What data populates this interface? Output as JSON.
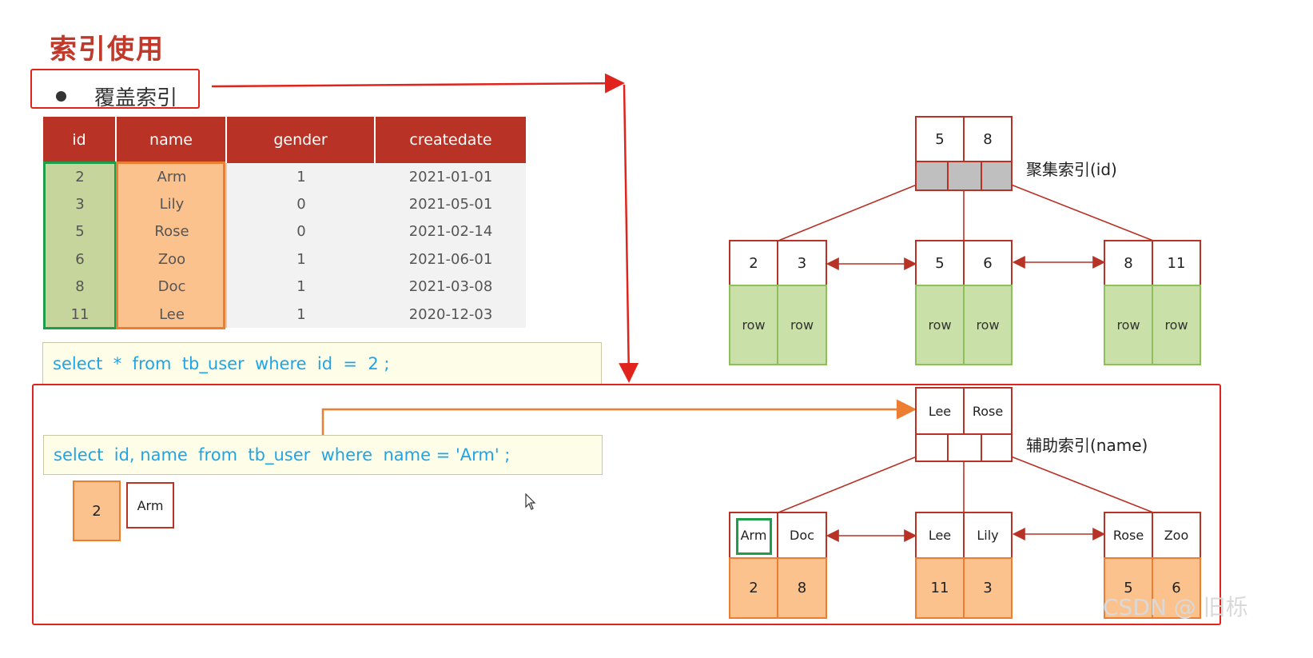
{
  "title": "索引使用",
  "bullet": "覆盖索引",
  "table": {
    "headers": [
      "id",
      "name",
      "gender",
      "createdate"
    ],
    "rows": [
      [
        "2",
        "Arm",
        "1",
        "2021-01-01"
      ],
      [
        "3",
        "Lily",
        "0",
        "2021-05-01"
      ],
      [
        "5",
        "Rose",
        "0",
        "2021-02-14"
      ],
      [
        "6",
        "Zoo",
        "1",
        "2021-06-01"
      ],
      [
        "8",
        "Doc",
        "1",
        "2021-03-08"
      ],
      [
        "11",
        "Lee",
        "1",
        "2020-12-03"
      ]
    ]
  },
  "sql1": "select  *  from  tb_user  where  id  =  2 ;",
  "sql2": "select  id, name  from  tb_user  where  name = 'Arm' ;",
  "result": {
    "id": "2",
    "name": "Arm"
  },
  "clustered": {
    "label": "聚集索引(id)",
    "root": [
      "5",
      "8"
    ],
    "leaves": [
      {
        "keys": [
          "2",
          "3"
        ],
        "rows": [
          "row",
          "row"
        ]
      },
      {
        "keys": [
          "5",
          "6"
        ],
        "rows": [
          "row",
          "row"
        ]
      },
      {
        "keys": [
          "8",
          "11"
        ],
        "rows": [
          "row",
          "row"
        ]
      }
    ]
  },
  "secondary": {
    "label": "辅助索引(name)",
    "root": [
      "Lee",
      "Rose"
    ],
    "leaves": [
      {
        "keys": [
          "Arm",
          "Doc"
        ],
        "ids": [
          "2",
          "8"
        ]
      },
      {
        "keys": [
          "Lee",
          "Lily"
        ],
        "ids": [
          "11",
          "3"
        ]
      },
      {
        "keys": [
          "Rose",
          "Zoo"
        ],
        "ids": [
          "5",
          "6"
        ]
      }
    ]
  },
  "watermark": "CSDN @ 旧栎",
  "colors": {
    "title": "#c0392b",
    "header": "#b83225",
    "highlight_red": "#e0241d",
    "id_column": "#c5d59b",
    "name_column": "#fbc28e",
    "sql_text": "#1ea5e9",
    "row_cell": "#c9e0a8"
  }
}
